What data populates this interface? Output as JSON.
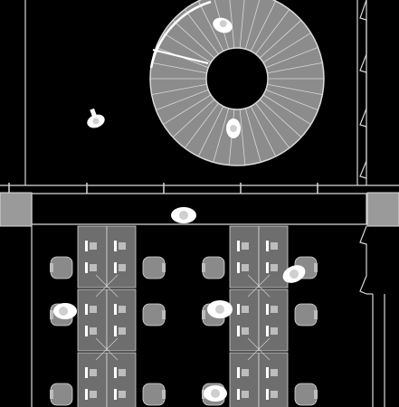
{
  "colors": {
    "background": "#000000",
    "line": "#d9d9d9",
    "stair_fill": "#8c8c8c",
    "desk_fill": "#6e6e6e",
    "chair_fill": "#8a8a8a",
    "column_fill": "#9a9a9a",
    "person_fill": "#ffffff"
  },
  "plan": {
    "stair": {
      "label": "",
      "treads": 34
    },
    "workstation_groups": [
      {
        "id": "left"
      },
      {
        "id": "right"
      }
    ],
    "people": [
      {
        "id": "person-on-stair-top"
      },
      {
        "id": "person-on-stair-bottom"
      },
      {
        "id": "person-walking-left"
      },
      {
        "id": "person-in-corridor"
      },
      {
        "id": "person-at-left-desk"
      },
      {
        "id": "person-at-right-desk-top"
      },
      {
        "id": "person-at-right-desk-middle"
      },
      {
        "id": "person-at-right-desk-bottom"
      }
    ]
  }
}
